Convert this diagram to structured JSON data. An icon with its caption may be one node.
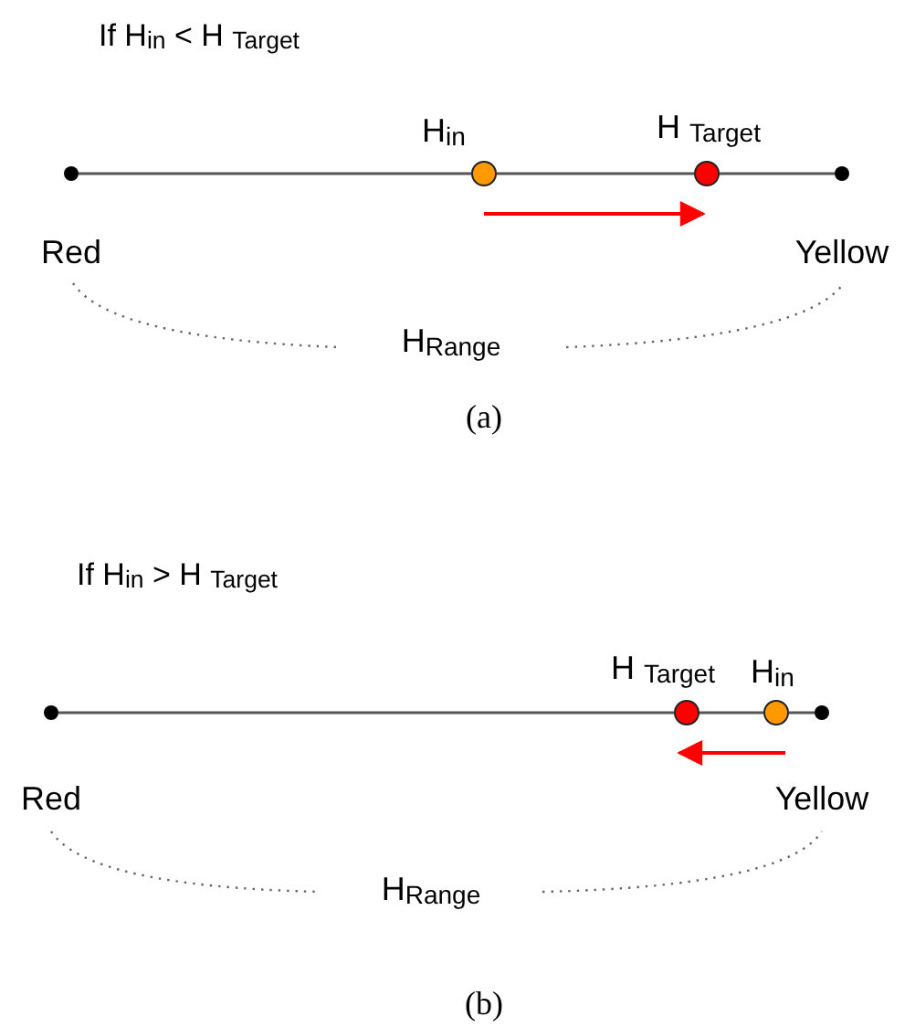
{
  "diagram": {
    "nodes": [
      {
        "text": [
          "Red"
        ]
      },
      {
        "text": [
          "H$_{in}$"
        ]
      },
      {
        "text": [
          "H $_{Target}$"
        ]
      },
      {
        "text": [
          "Yellow"
        ]
      },
      {
        "text": [
          "Red"
        ]
      },
      {
        "text": [
          "H $_{Target}$"
        ]
      },
      {
        "text": [
          "H$_{in}$"
        ]
      },
      {
        "text": [
          "Yellow"
        ]
      }
    ],
    "edges": [
      {
        "from": 0,
        "to": 1,
        "arrow": "none"
      },
      {
        "from": 1,
        "to": 2,
        "arrow": "none"
      },
      {
        "from": 2,
        "to": 3,
        "arrow": "none"
      },
      {
        "from": 1,
        "to": 2,
        "arrow": "to",
        "color": "#ff0000"
      },
      {
        "from": 4,
        "to": 5,
        "arrow": "none"
      },
      {
        "from": 5,
        "to": 6,
        "arrow": "none"
      },
      {
        "from": 6,
        "to": 7,
        "arrow": "none"
      },
      {
        "from": 6,
        "to": 5,
        "arrow": "to",
        "color": "#ff0000"
      }
    ],
    "labels": [
      "If H$_{in}$ < H $_{Target}$",
      "H$_{Range}$",
      "(a)",
      "If H$_{in}$ > H $_{Target}$",
      "H$_{Range}$",
      "(b)"
    ]
  }
}
